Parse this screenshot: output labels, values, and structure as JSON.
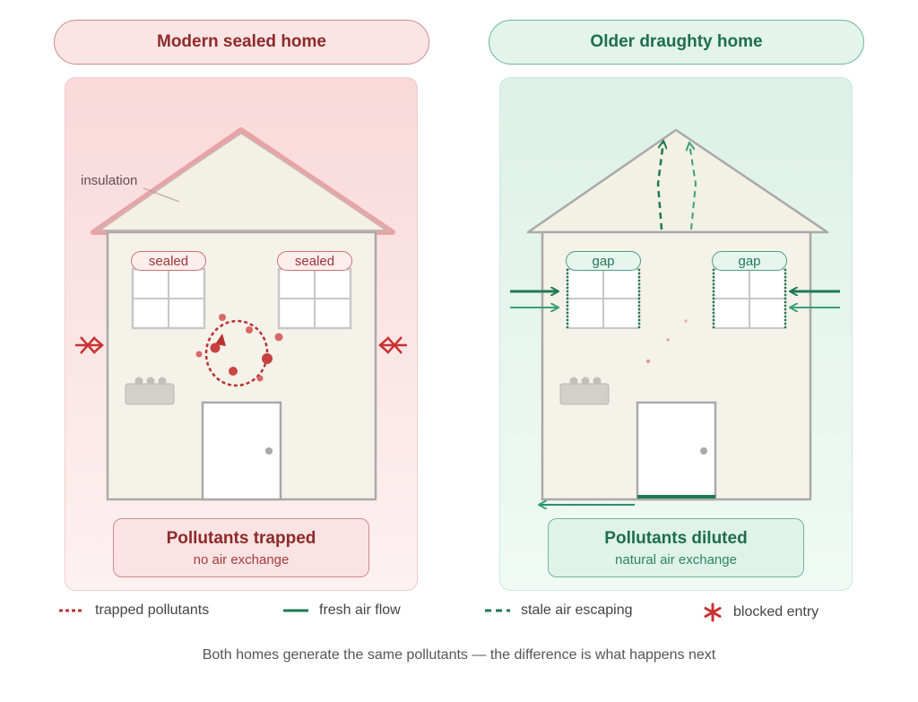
{
  "left": {
    "title": "Modern sealed home",
    "insulation_label": "insulation",
    "window_label": "sealed",
    "status_main": "Pollutants trapped",
    "status_sub": "no air exchange"
  },
  "right": {
    "title": "Older draughty home",
    "window_label": "gap",
    "status_main": "Pollutants diluted",
    "status_sub": "natural air exchange"
  },
  "legend": {
    "trapped": "trapped pollutants",
    "fresh": "fresh air flow",
    "stale": "stale air escaping",
    "blocked": "blocked entry"
  },
  "caption": "Both homes generate the same pollutants — the difference is what happens next",
  "colors": {
    "red_accent": "#b83232",
    "green_accent": "#1e7a52",
    "wall": "#f5f2ea",
    "outline": "#a9a9a9"
  }
}
